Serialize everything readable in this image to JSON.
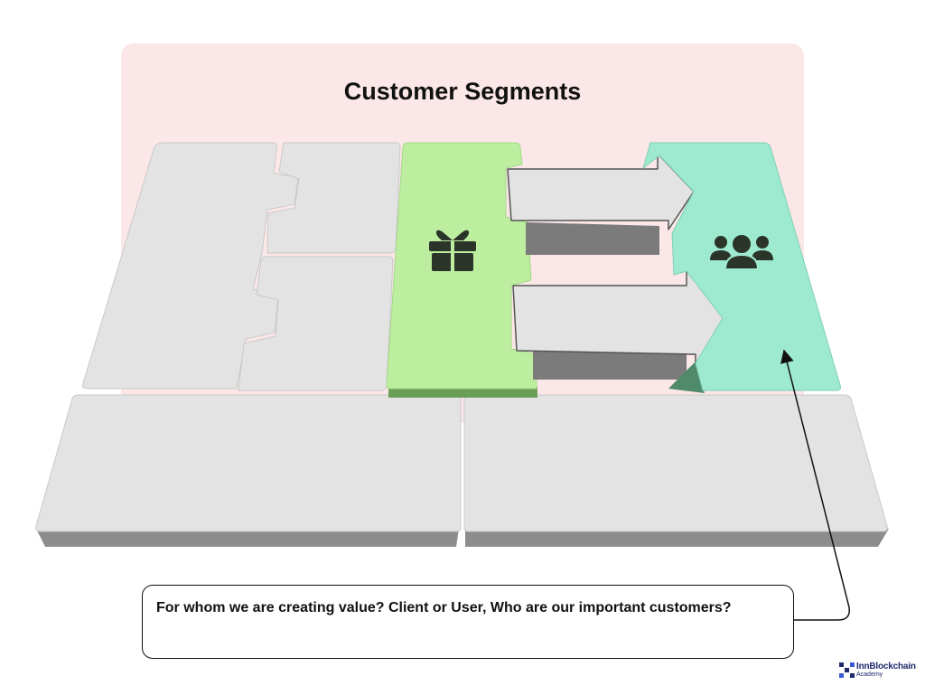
{
  "title": "Customer Segments",
  "callout": {
    "text": "For whom we are creating value? Client or User, Who are our important customers?"
  },
  "logo": {
    "name": "InnBlockchain",
    "subtitle": "Academy"
  },
  "icons": {
    "value": "gift-icon",
    "customers": "users-group-icon"
  },
  "colors": {
    "panel_bg": "#fbe7e7",
    "block": "#e3e3e3",
    "block_side": "#8c8c8c",
    "value_block": "#bdeea0",
    "customer_block": "#9eead0",
    "icon": "#2b3428",
    "logo": "#1e2a6b"
  }
}
